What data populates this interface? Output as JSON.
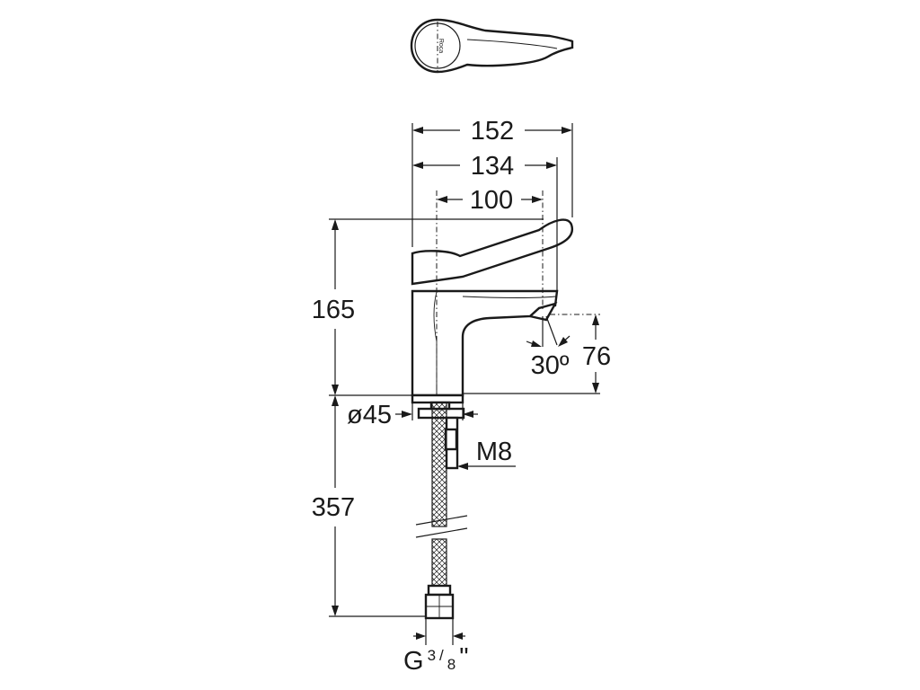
{
  "dimensions": {
    "overall_width": "152",
    "lever_width": "134",
    "axis_distance": "100",
    "height": "165",
    "spout_height": "76",
    "spout_angle": "30º",
    "base_diameter": "ø45",
    "thread": "M8",
    "hose_length": "357",
    "connection_main": "G",
    "connection_num": "3",
    "connection_den": "8",
    "connection_unit": "\""
  },
  "logo": {
    "text": "Roca"
  }
}
